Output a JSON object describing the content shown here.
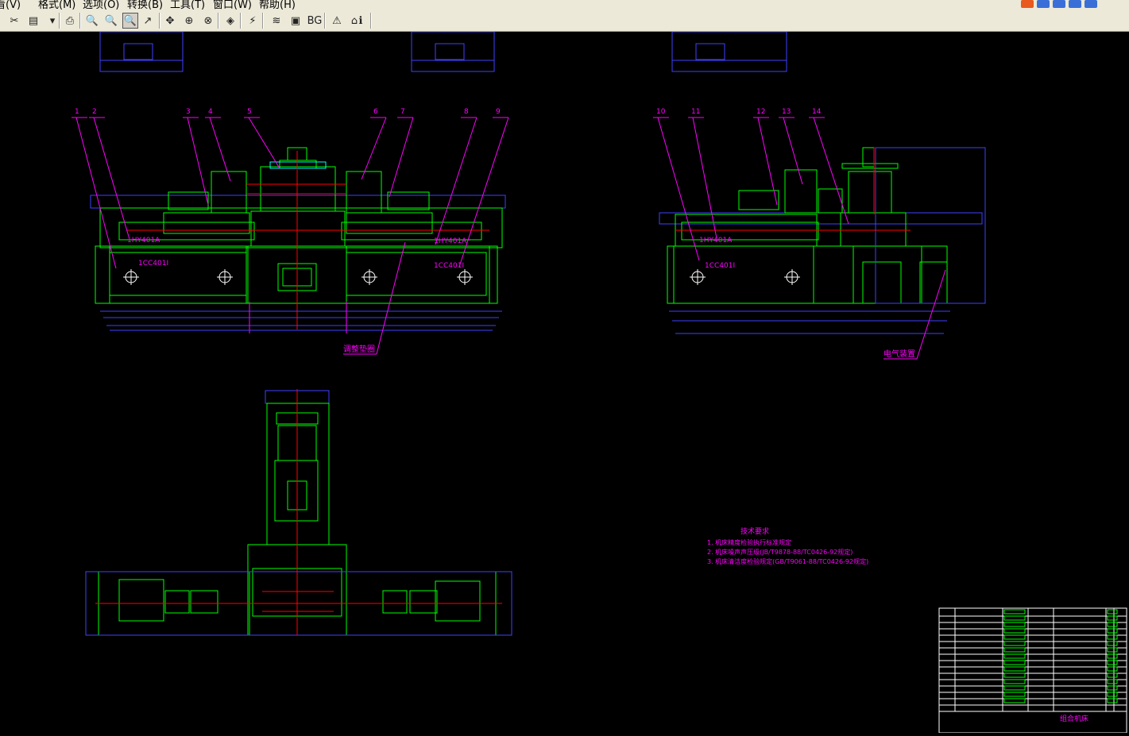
{
  "menu": [
    "看(V)",
    "格式(M)",
    "选项(O)",
    "转换(B)",
    "工具(T)",
    "窗口(W)",
    "帮助(H)"
  ],
  "toolbar": {
    "buttons": [
      {
        "name": "open-icon",
        "glyph": "✂"
      },
      {
        "name": "save-icon",
        "glyph": "▤"
      },
      {
        "name": "dropdown-icon",
        "glyph": "▾"
      },
      {
        "name": "print-icon",
        "glyph": "⎙"
      },
      {
        "name": "zoom-out-icon",
        "glyph": "🔍"
      },
      {
        "name": "zoom-in-icon",
        "glyph": "🔍"
      },
      {
        "name": "zoom-window-icon",
        "glyph": "🔍"
      },
      {
        "name": "zoom-realtime-icon",
        "glyph": "↗"
      },
      {
        "name": "pan-icon",
        "glyph": "✥"
      },
      {
        "name": "zoom-all-icon",
        "glyph": "⊕"
      },
      {
        "name": "zoom-previous-icon",
        "glyph": "⊗"
      },
      {
        "name": "3d-view-icon",
        "glyph": "◈"
      },
      {
        "name": "measure-icon",
        "glyph": "⚡"
      },
      {
        "name": "layers-icon",
        "glyph": "≋"
      },
      {
        "name": "frame-icon",
        "glyph": "▣"
      },
      {
        "name": "background-icon",
        "glyph": "BG"
      },
      {
        "name": "warning-icon",
        "glyph": "⚠"
      },
      {
        "name": "home-icon",
        "glyph": "⌂"
      },
      {
        "name": "info-icon",
        "glyph": "ℹ"
      }
    ]
  },
  "drawing": {
    "part_numbers_front": [
      "1",
      "2",
      "3",
      "4",
      "5",
      "6",
      "7",
      "8",
      "9"
    ],
    "part_numbers_side": [
      "10",
      "11",
      "12",
      "13",
      "14"
    ],
    "motor_label": "1HY401A",
    "base_label": "1CC401I",
    "adjust_label": "调整垫圈",
    "electric_label": "电气装置",
    "notes_title": "技术要求",
    "notes": [
      "1. 机床精度检验执行标准规定",
      "2. 机床噪声声压级(JB/T9878-88/TC0426-92规定)",
      "3. 机床清洁度检验规定(GB/T9061-88/TC0426-92规定)"
    ],
    "title_cell": "组合机床"
  },
  "colors": {
    "background": "#000000",
    "outline": "#00ff00",
    "annotation": "#ff00ff",
    "dimension": "#4040ff",
    "axis": "#ff0000",
    "cyan": "#00ffff",
    "white": "#ffffff"
  }
}
